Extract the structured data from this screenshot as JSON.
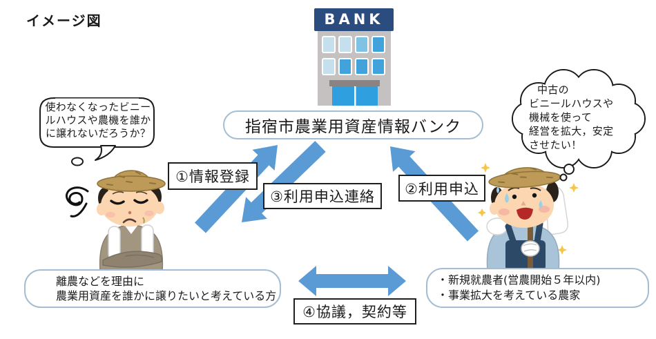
{
  "page": {
    "title": "イメージ図"
  },
  "bank": {
    "sign": "BANK",
    "name": "指宿市農業用資産情報バンク"
  },
  "bubbles": {
    "left": {
      "line1": "使わなくなったビニー",
      "line2": "ルハウスや農機を誰か",
      "line3": "に譲れないだろうか？"
    },
    "right": {
      "line1": "中古の",
      "line2": "ビニールハウスや",
      "line3": "機械を使って",
      "line4": "経営を拡大，安定",
      "line5": "させたい！"
    }
  },
  "labels": {
    "step1": "①情報登録",
    "step2": "②利用申込",
    "step3": "③利用申込連絡",
    "step4": "④協議，契約等"
  },
  "boxes": {
    "seller": {
      "line1": "離農などを理由に",
      "line2": "農業用資産を誰かに譲りたいと考えている方"
    },
    "buyer": {
      "line1": "・新規就農者(営農開始５年以内)",
      "line2": "・事業拡大を考えている農家"
    }
  },
  "colors": {
    "arrow": "#5B9BD5",
    "box_border": "#A3BDD4",
    "bank_sign": "#2B4C7E"
  }
}
